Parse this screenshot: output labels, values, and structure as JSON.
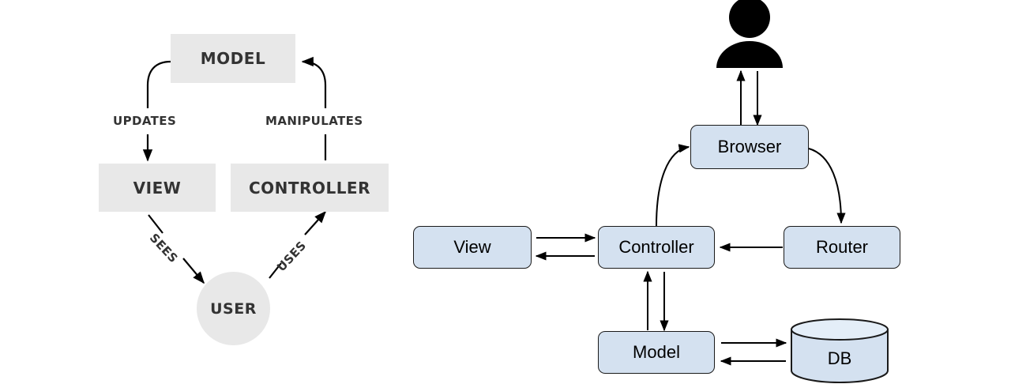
{
  "diagrams": [
    {
      "id": "classic-mvc",
      "style": "gray-flat",
      "nodes": [
        {
          "id": "model",
          "label": "MODEL",
          "shape": "rectangle"
        },
        {
          "id": "view",
          "label": "VIEW",
          "shape": "rectangle"
        },
        {
          "id": "controller",
          "label": "CONTROLLER",
          "shape": "rectangle"
        },
        {
          "id": "user",
          "label": "USER",
          "shape": "circle"
        }
      ],
      "edges": [
        {
          "from": "model",
          "to": "view",
          "label": "UPDATES"
        },
        {
          "from": "controller",
          "to": "model",
          "label": "MANIPULATES"
        },
        {
          "from": "view",
          "to": "user",
          "label": "SEES"
        },
        {
          "from": "user",
          "to": "controller",
          "label": "USES"
        }
      ],
      "colors": {
        "node_fill": "#e8e8e8",
        "text": "#333333",
        "arrow": "#000000"
      }
    },
    {
      "id": "web-mvc",
      "style": "blue-rounded",
      "nodes": [
        {
          "id": "person",
          "label": "",
          "shape": "actor-icon"
        },
        {
          "id": "browser",
          "label": "Browser",
          "shape": "rounded-rectangle"
        },
        {
          "id": "view",
          "label": "View",
          "shape": "rounded-rectangle"
        },
        {
          "id": "controller",
          "label": "Controller",
          "shape": "rounded-rectangle"
        },
        {
          "id": "router",
          "label": "Router",
          "shape": "rounded-rectangle"
        },
        {
          "id": "model",
          "label": "Model",
          "shape": "rounded-rectangle"
        },
        {
          "id": "db",
          "label": "DB",
          "shape": "cylinder"
        }
      ],
      "edges": [
        {
          "from": "browser",
          "to": "person",
          "label": "",
          "direction": "up"
        },
        {
          "from": "person",
          "to": "browser",
          "label": "",
          "direction": "down"
        },
        {
          "from": "browser",
          "to": "router",
          "label": "",
          "direction": "curve-right-down"
        },
        {
          "from": "router",
          "to": "controller",
          "label": "",
          "direction": "left"
        },
        {
          "from": "controller",
          "to": "browser",
          "label": "",
          "direction": "curve-left-up"
        },
        {
          "from": "view",
          "to": "controller",
          "label": "",
          "direction": "right"
        },
        {
          "from": "controller",
          "to": "view",
          "label": "",
          "direction": "left"
        },
        {
          "from": "model",
          "to": "controller",
          "label": "",
          "direction": "up"
        },
        {
          "from": "controller",
          "to": "model",
          "label": "",
          "direction": "down"
        },
        {
          "from": "model",
          "to": "db",
          "label": "",
          "direction": "right"
        },
        {
          "from": "db",
          "to": "model",
          "label": "",
          "direction": "left"
        }
      ],
      "colors": {
        "node_fill": "#d4e1f0",
        "node_stroke": "#1a1a1a",
        "text": "#000000",
        "arrow": "#000000",
        "actor": "#000000"
      }
    }
  ]
}
